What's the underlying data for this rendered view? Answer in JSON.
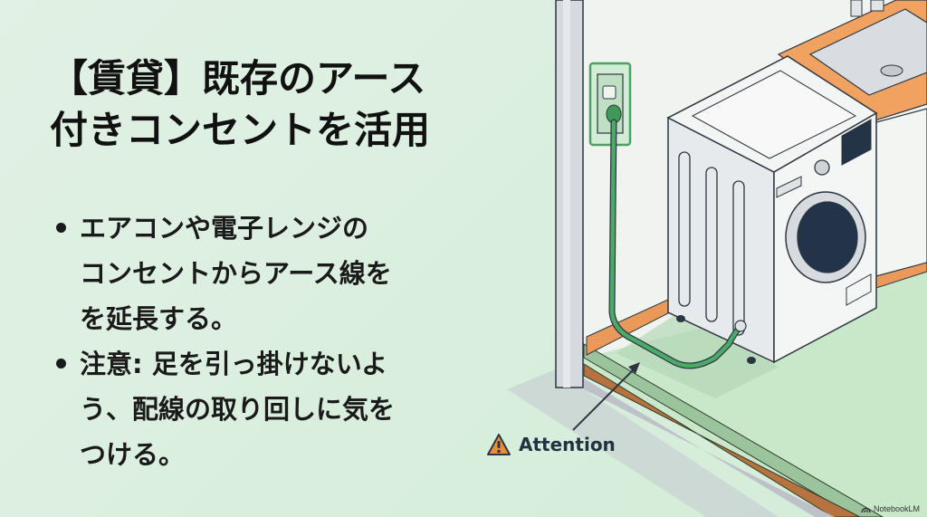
{
  "slide": {
    "title_lines": [
      "【賃貸】既存のアース",
      "付きコンセントを活用"
    ],
    "bullets": [
      {
        "lines": [
          "エアコンや電子レンジの",
          "コンセントからアース線を",
          "を延長する。"
        ]
      },
      {
        "lines": [
          "注意: 足を引っ掛けないよ",
          "う、配線の取り回しに気を",
          "つける。"
        ]
      }
    ],
    "callout": {
      "label": "Attention",
      "icon": "warning-triangle-icon"
    },
    "watermark": "NotebookLM"
  },
  "colors": {
    "background": "#dcefe1",
    "title_text": "#111111",
    "cable": "#3f9a5a",
    "baseboard": "#e9995a",
    "floor": "#c8e6c8",
    "floor_edge": "#b06f3e",
    "wall": "#f2f4f2",
    "warning": "#ef8b3c"
  }
}
